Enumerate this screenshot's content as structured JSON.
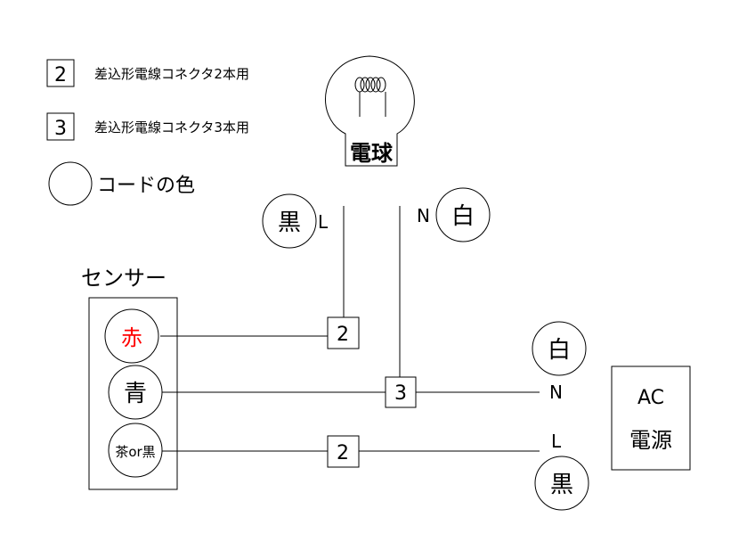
{
  "legend": {
    "items": [
      {
        "symbol": "2",
        "label": "差込形電線コネクタ2本用"
      },
      {
        "symbol": "3",
        "label": "差込形電線コネクタ3本用"
      },
      {
        "symbol": "",
        "label": "コードの色"
      }
    ]
  },
  "bulb": {
    "label": "電球"
  },
  "bulb_wires": {
    "left": {
      "color_label": "黒",
      "terminal": "L"
    },
    "right": {
      "color_label": "白",
      "terminal": "N"
    }
  },
  "sensor": {
    "title": "センサー",
    "wires": [
      {
        "color_label": "赤",
        "text_color": "#ff0000"
      },
      {
        "color_label": "青",
        "text_color": "#000000"
      },
      {
        "color_label": "茶or黒",
        "text_color": "#000000"
      }
    ]
  },
  "connectors": [
    {
      "count": "2"
    },
    {
      "count": "3"
    },
    {
      "count": "2"
    }
  ],
  "ac_source": {
    "line1": "AC",
    "line2": "電源",
    "neutral": {
      "terminal": "N",
      "color_label": "白"
    },
    "live": {
      "terminal": "L",
      "color_label": "黒"
    }
  }
}
